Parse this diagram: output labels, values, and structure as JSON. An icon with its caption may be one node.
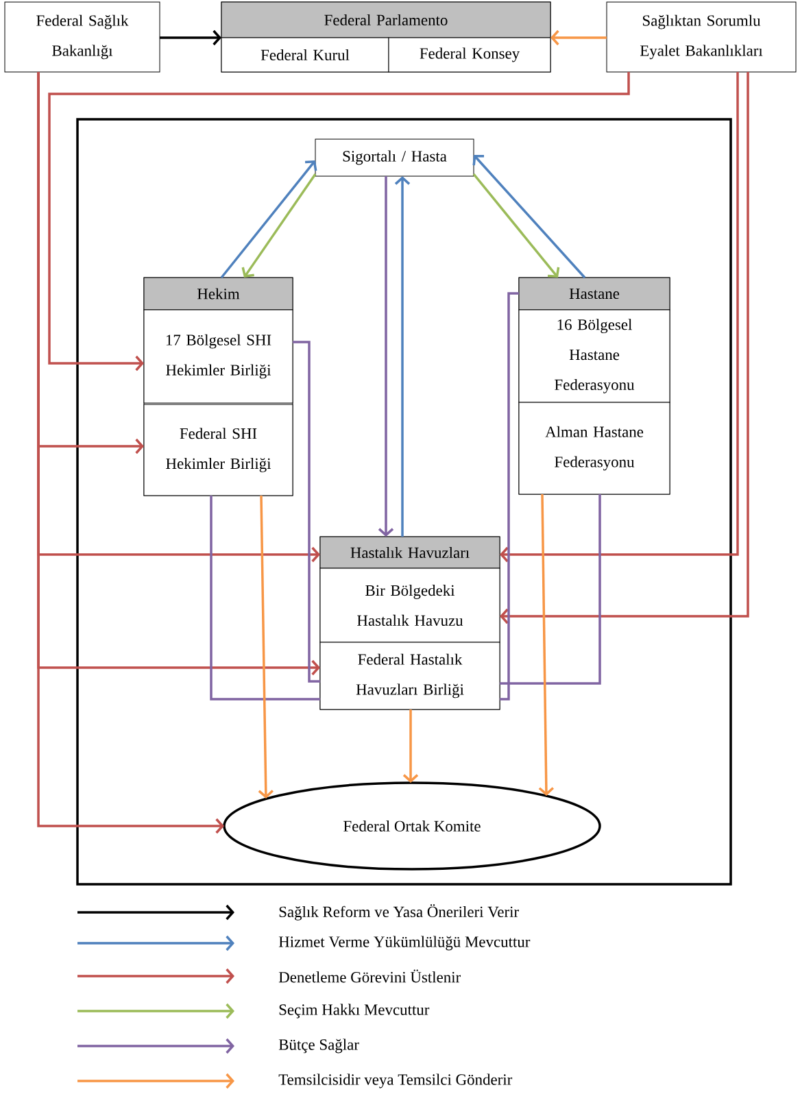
{
  "diagram": {
    "nodes": [
      {
        "text": [
          "Federal Sağlık Bakanlığı"
        ]
      },
      {
        "text": [
          "Federal Parlamento"
        ]
      },
      {
        "text": [
          "Federal Kurul"
        ],
        "in": 1
      },
      {
        "text": [
          "Federal Konsey"
        ],
        "in": 1
      },
      {
        "text": [
          "Sağlıktan Sorumlu Eyalet Bakanlıkları"
        ]
      },
      {
        "text": [
          "Sigortalı / Hasta"
        ]
      },
      {
        "text": [
          "Hekim"
        ]
      },
      {
        "text": [
          "17 Bölgesel SHI Hekimler Birliği"
        ],
        "in": 6
      },
      {
        "text": [
          "Federal SHI Hekimler Birliği"
        ],
        "in": 6
      },
      {
        "text": [
          "Hastane"
        ]
      },
      {
        "text": [
          "16 Bölgesel Hastane Federasyonu"
        ],
        "in": 9
      },
      {
        "text": [
          "Alman Hastane Federasyonu"
        ],
        "in": 9
      },
      {
        "text": [
          "Hastalık Havuzları"
        ]
      },
      {
        "text": [
          "Bir Bölgedeki Hastalık Havuzu"
        ],
        "in": 12
      },
      {
        "text": [
          "Federal Hastalık Havuzları Birliği"
        ],
        "in": 12
      },
      {
        "text": [
          "Federal Ortak Komite"
        ]
      }
    ],
    "edges": [
      {
        "from": 0,
        "to": 1,
        "arrow": "to",
        "color": "#000000"
      },
      {
        "from": 4,
        "to": 1,
        "arrow": "to",
        "color": "#f79646"
      },
      {
        "from": 6,
        "to": 5,
        "arrow": "to",
        "color": "#4f81bd"
      },
      {
        "from": 5,
        "to": 6,
        "arrow": "to",
        "color": "#9bbb59"
      },
      {
        "from": 5,
        "to": 9,
        "arrow": "to",
        "color": "#9bbb59"
      },
      {
        "from": 9,
        "to": 5,
        "arrow": "to",
        "color": "#4f81bd"
      },
      {
        "from": 5,
        "to": 12,
        "arrow": "to",
        "color": "#8064a2"
      },
      {
        "from": 12,
        "to": 5,
        "arrow": "to",
        "color": "#4f81bd"
      },
      {
        "from": 4,
        "to": 7,
        "arrow": "to"
      },
      {
        "from": 0,
        "to": 8,
        "arrow": "to"
      },
      {
        "from": 0,
        "to": 12,
        "arrow": "to"
      },
      {
        "from": 0,
        "to": 14,
        "arrow": "to"
      },
      {
        "from": 0,
        "to": 15,
        "arrow": "to"
      },
      {
        "from": 4,
        "to": 12,
        "arrow": "to"
      },
      {
        "from": 4,
        "to": 13,
        "arrow": "to"
      },
      {
        "from": 7,
        "to": 14,
        "arrow": "none",
        "color": "#8064a2"
      },
      {
        "from": 8,
        "to": 14,
        "arrow": "none",
        "color": "#8064a2"
      },
      {
        "from": 9,
        "to": 14,
        "arrow": "none",
        "color": "#8064a2"
      },
      {
        "from": 11,
        "to": 14,
        "arrow": "none",
        "color": "#8064a2"
      },
      {
        "from": 8,
        "to": 15,
        "arrow": "to",
        "color": "#f79646"
      },
      {
        "from": 14,
        "to": 15,
        "arrow": "to",
        "color": "#f79646"
      },
      {
        "from": 11,
        "to": 15,
        "arrow": "to",
        "color": "#f79646"
      }
    ],
    "legend": [
      {
        "text": "Sağlık Reform ve Yasa Önerileri Verir",
        "color": "#000000"
      },
      {
        "text": "Hizmet Verme Yükümlülüğü Mevcuttur",
        "color": "#4f81bd"
      },
      {
        "text": "Denetleme Görevini Üstlenir",
        "color": "#c0504d"
      },
      {
        "text": "Seçim Hakkı Mevcuttur",
        "color": "#9bbb59"
      },
      {
        "text": "Bütçe Sağlar",
        "color": "#8064a2"
      },
      {
        "text": "Temsilcisidir veya Temsilci Gönderir",
        "color": "#f79646"
      }
    ]
  }
}
